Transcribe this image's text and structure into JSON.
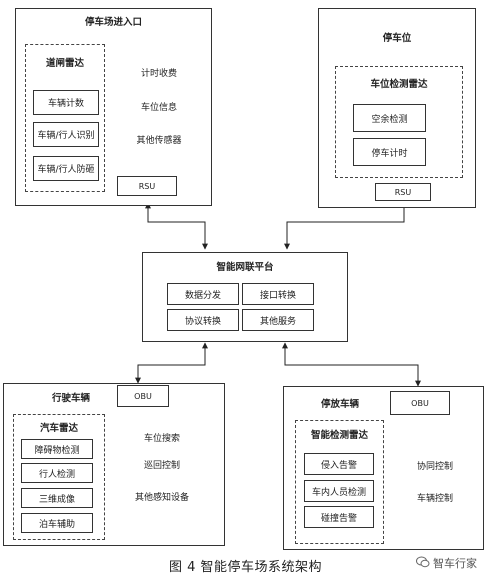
{
  "entrance": {
    "title": "停车场进入口",
    "radar_title": "道闸雷达",
    "radar_items": [
      "车辆计数",
      "车辆/行人识别",
      "车辆/行人防砸"
    ],
    "side_items": [
      "计时收费",
      "车位信息",
      "其他传感器"
    ],
    "rsu": "RSU"
  },
  "parking_spot": {
    "title": "停车位",
    "radar_title": "车位检测雷达",
    "radar_items": [
      "空余检测",
      "停车计时"
    ],
    "rsu": "RSU"
  },
  "platform": {
    "title": "智能网联平台",
    "items": [
      "数据分发",
      "接口转换",
      "协议转换",
      "其他服务"
    ]
  },
  "moving_vehicle": {
    "title": "行驶车辆",
    "obu": "OBU",
    "radar_title": "汽车雷达",
    "radar_items": [
      "障碍物检测",
      "行人检测",
      "三维成像",
      "泊车辅助"
    ],
    "side_items": [
      "车位搜索",
      "巡回控制",
      "其他感知设备"
    ]
  },
  "parked_vehicle": {
    "title": "停放车辆",
    "obu": "OBU",
    "radar_title": "智能检测雷达",
    "radar_items": [
      "侵入告警",
      "车内人员检测",
      "碰撞告警"
    ],
    "side_items": [
      "协同控制",
      "车辆控制"
    ]
  },
  "caption": "图 4   智能停车场系统架构",
  "watermark": "智车行家"
}
